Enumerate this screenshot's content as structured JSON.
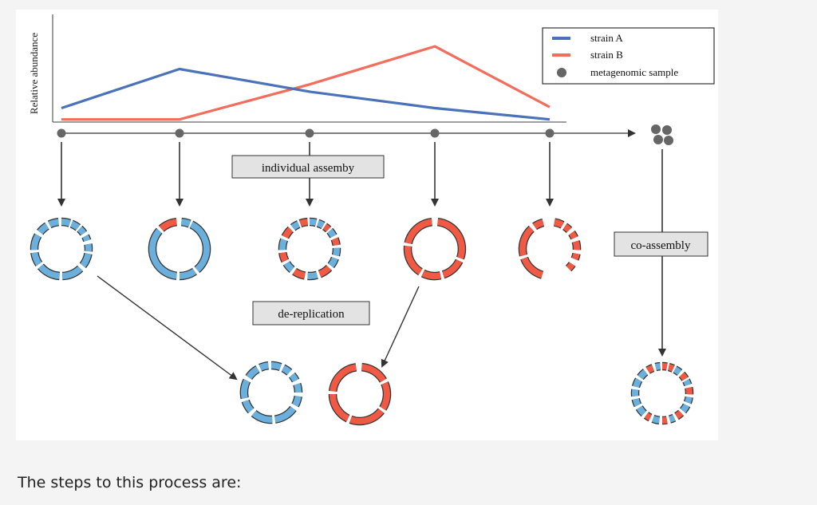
{
  "figure": {
    "y_axis_label": "Relative abundance",
    "legend": {
      "items": [
        {
          "label": "strain A",
          "symbol": "line",
          "color": "#4a72b8"
        },
        {
          "label": "strain B",
          "symbol": "line",
          "color": "#f26d5b"
        },
        {
          "label": "metagenomic sample",
          "symbol": "dot",
          "color": "#666666"
        }
      ]
    },
    "labels": {
      "individual": "individual assemby",
      "dereplication": "de-replication",
      "coassembly": "co-assembly"
    },
    "samples": [
      1,
      2,
      3,
      4,
      5
    ],
    "strain_a_abundance": [
      0.12,
      0.5,
      0.28,
      0.12,
      0.01
    ],
    "strain_b_abundance": [
      0.01,
      0.01,
      0.35,
      0.72,
      0.13
    ],
    "colors": {
      "strain_a": "#4a72b8",
      "strain_b": "#f26d5b",
      "contig_blue": "#6bb0dc",
      "contig_red": "#f05a45",
      "box_fill": "#e3e3e3",
      "dot": "#666666"
    }
  },
  "caption": "The steps to this process are:"
}
